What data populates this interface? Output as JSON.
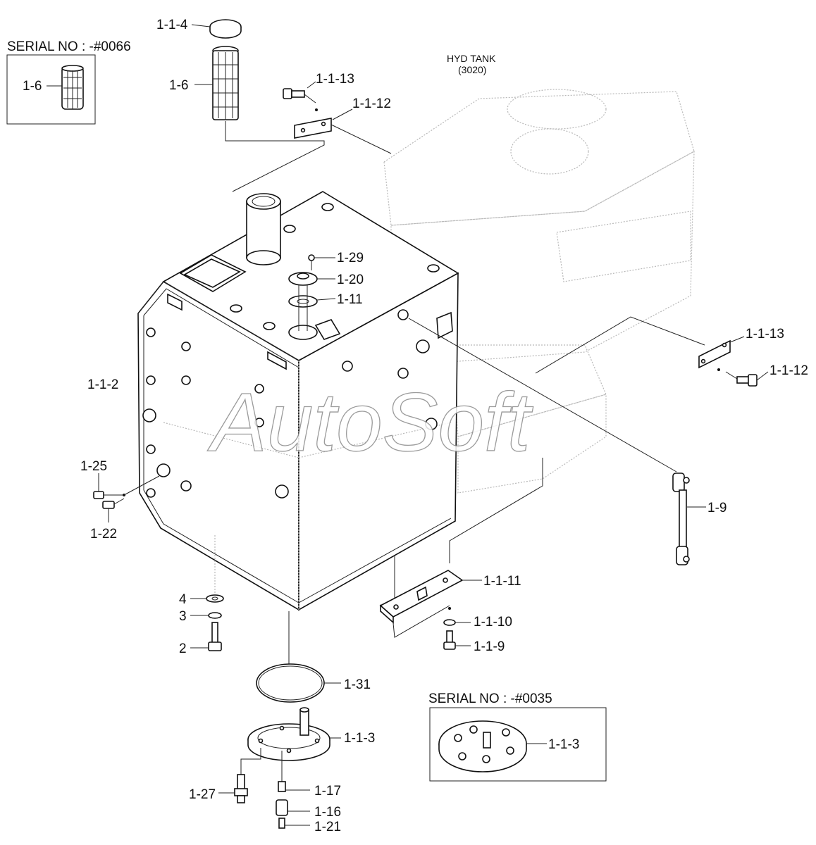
{
  "headers": {
    "serial_top": "SERIAL NO : -#0066",
    "serial_bottom": "SERIAL NO : -#0035",
    "hyd_tank_line1": "HYD TANK",
    "hyd_tank_line2": "(3020)"
  },
  "watermark": "AutoSoft",
  "labels": {
    "l_1_1_4": "1-1-4",
    "l_1_6_box": "1-6",
    "l_1_6": "1-6",
    "l_1_1_13_top": "1-1-13",
    "l_1_1_12_top": "1-1-12",
    "l_1_29": "1-29",
    "l_1_20": "1-20",
    "l_1_11": "1-11",
    "l_1_1_13_right": "1-1-13",
    "l_1_1_12_right": "1-1-12",
    "l_1_1_2": "1-1-2",
    "l_1_25": "1-25",
    "l_1_22": "1-22",
    "l_1_9": "1-9",
    "l_1_1_11": "1-1-11",
    "l_1_1_10": "1-1-10",
    "l_1_1_9": "1-1-9",
    "l_4": "4",
    "l_3": "3",
    "l_2": "2",
    "l_1_31": "1-31",
    "l_1_1_3": "1-1-3",
    "l_1_1_3_box": "1-1-3",
    "l_1_27": "1-27",
    "l_1_17": "1-17",
    "l_1_16": "1-16",
    "l_1_21": "1-21"
  }
}
